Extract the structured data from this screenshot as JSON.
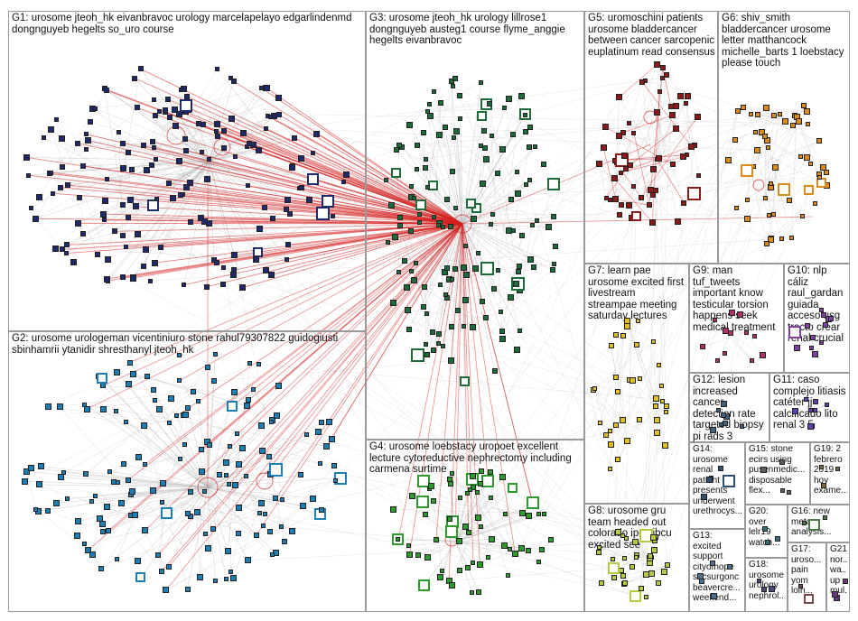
{
  "graph": {
    "groups": [
      {
        "id": "G1",
        "label": "G1: urosome jteoh_hk eivanbravoc urology marcelapelayo edgarlindenmd dongnguyeb hegelts so_uro course",
        "color": "#1f2a6b",
        "count": 170
      },
      {
        "id": "G2",
        "label": "G2: urosome urologeman vicentiniuro stone rahul79307822 guidogiusti sbinhamrii ytanidir shresthanyl jteoh_hk",
        "color": "#1b7fb3",
        "count": 160
      },
      {
        "id": "G3",
        "label": "G3: urosome jteoh_hk urology lillrose1 dongnguyeb austeg1 course flyme_anggie hegelts eivanbravoc",
        "color": "#1e6b3a",
        "count": 150
      },
      {
        "id": "G4",
        "label": "G4: urosome loebstacy uropoet excellent lecture cytoreductive nephrectomy including carmena surtime",
        "color": "#2e9a2e",
        "count": 70
      },
      {
        "id": "G5",
        "label": "G5: uromoschini patients urosome bladdercancer between cancer sarcopenic euplatinum read consensus",
        "color": "#8b1a1a",
        "count": 60
      },
      {
        "id": "G6",
        "label": "G6: shiv_smith bladdercancer urosome letter matthancock michelle_barts 1 loebstacy please touch",
        "color": "#d98c1a",
        "count": 55
      },
      {
        "id": "G7",
        "label": "G7: learn pae urosome excited first livestream streampae meeting saturday lectures",
        "color": "#e0c020",
        "count": 35
      },
      {
        "id": "G8",
        "label": "G8: urosome gru team headed out colorado ipcu ibcu excited see",
        "color": "#b8c840",
        "count": 35
      },
      {
        "id": "G9",
        "label": "G9: man tuf_tweets important know testicular torsion happens seek medical treatment",
        "color": "#b0306a",
        "count": 12
      },
      {
        "id": "G10",
        "label": "G10: nlp cáliz raul_gardan guiada acceso usg tracto crear renal crucial",
        "color": "#8040a0",
        "count": 12
      },
      {
        "id": "G11",
        "label": "G11: caso complejo litiasis catéter jj calcificado lito renal 3 5",
        "color": "#6040b0",
        "count": 8
      },
      {
        "id": "G12",
        "label": "G12: lesion increased cancer detection rate targeted biopsy pi rads 3",
        "color": "#406080",
        "count": 8
      },
      {
        "id": "G13",
        "label": "G13: excited support cityofhope socsurgonc beavercre... weekend...",
        "color": "#507090",
        "count": 5
      },
      {
        "id": "G14",
        "label": "G14: urosome renal patient presents underwent urethrocys...",
        "color": "#305070",
        "count": 5
      },
      {
        "id": "G15",
        "label": "G15: stone ecirs using pusenmedic... disposable flex...",
        "color": "#606060",
        "count": 4
      },
      {
        "id": "G16",
        "label": "G16: new meta analysis...",
        "color": "#4a7a4a",
        "count": 3
      },
      {
        "id": "G17",
        "label": "G17: uroso... pain yom loin...",
        "color": "#7a4a4a",
        "count": 3
      },
      {
        "id": "G18",
        "label": "G18: urosome urology nephrol...",
        "color": "#4a4a7a",
        "count": 3
      },
      {
        "id": "G19",
        "label": "G19: 2 febrero 2019 hoy exame...",
        "color": "#7a6a3a",
        "count": 3
      },
      {
        "id": "G20",
        "label": "G20: over lelr19 watch...",
        "color": "#3a6a7a",
        "count": 3
      },
      {
        "id": "G21",
        "label": "G21: nor... wa... up mul...",
        "color": "#6a3a7a",
        "count": 3
      }
    ],
    "edge_colors": {
      "intra": "#b8b8b8",
      "cross": "#d62020"
    }
  }
}
